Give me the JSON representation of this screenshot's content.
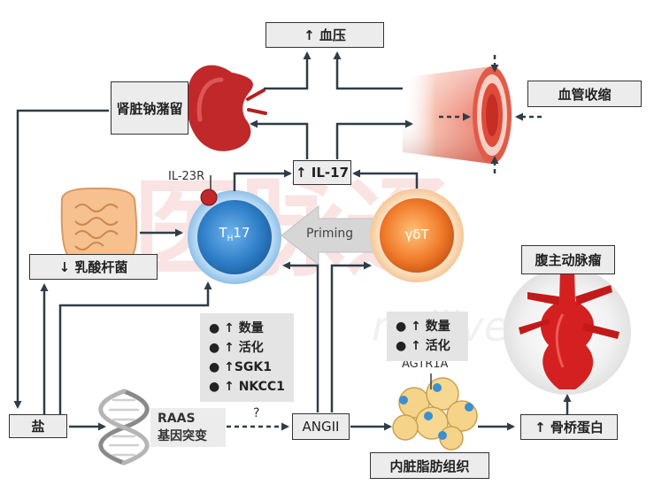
{
  "nodes": {
    "blood_pressure": "↑ 血压",
    "vasoconstriction": "血管收缩",
    "renal_sodium": "肾脏钠潴留",
    "il17": "↑ IL-17",
    "il23r": "IL-23R",
    "th17_main": "T",
    "th17_sub": "H",
    "th17_num": "17",
    "priming": "Priming",
    "gdt": "γδT",
    "lactobacillus": "↓ 乳酸杆菌",
    "aortic_aneurysm": "腹主动脉瘤",
    "salt": "盐",
    "raas_line1": "RAAS",
    "raas_line2": "基因突变",
    "question": "?",
    "angii": "ANGII",
    "agtr1a": "AGTR1A",
    "visceral_fat": "内脏脂肪组织",
    "osteopontin": "↑ 骨桥蛋白",
    "watermark": "mdlive."
  },
  "th17_effects": [
    "↑ 数量",
    "↑ 活化",
    "↑SGK1",
    "↑ NKCC1"
  ],
  "gdt_effects": [
    "↑ 数量",
    "↑ 活化"
  ],
  "colors": {
    "arrow": "#2f3d47",
    "box_fill": "#ececec",
    "th17_fill": "#2f7fc8",
    "gdt_fill": "#f07a2a",
    "artery": "#d42020",
    "kidney": "#c0282a"
  }
}
